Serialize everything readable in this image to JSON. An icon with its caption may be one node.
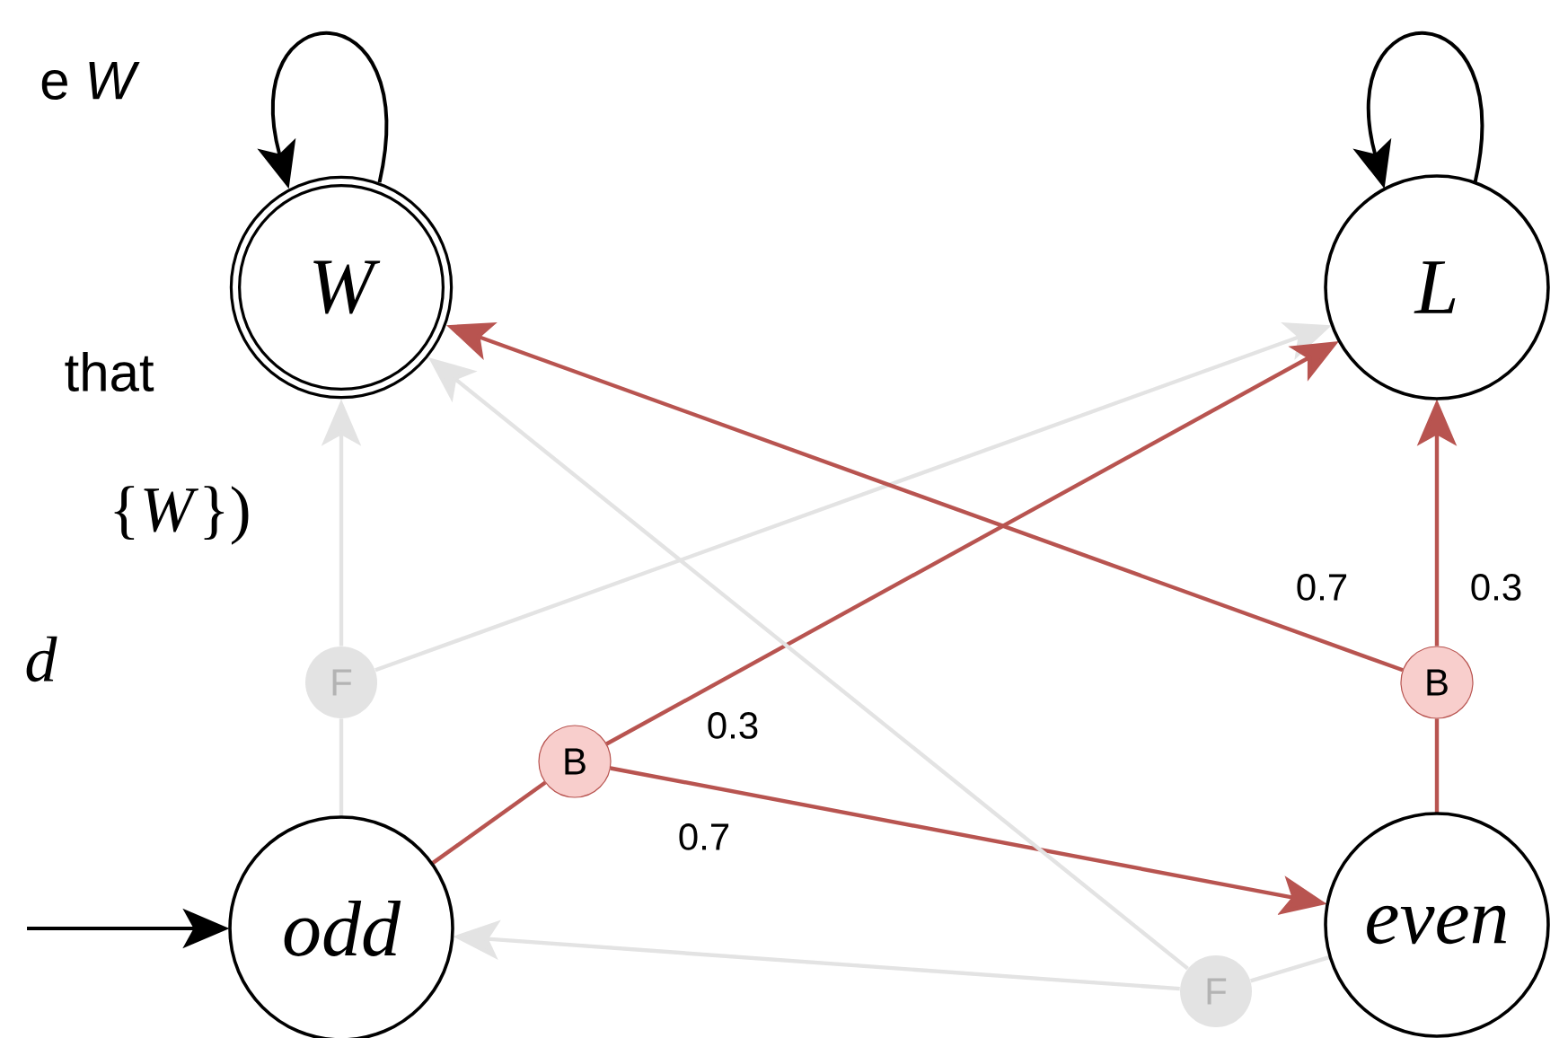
{
  "diagram": {
    "nodes": [
      {
        "text": [
          "W"
        ]
      },
      {
        "text": [
          "L"
        ]
      },
      {
        "text": [
          "F"
        ]
      },
      {
        "text": [
          "B"
        ]
      },
      {
        "text": [
          "B"
        ]
      },
      {
        "text": [
          "odd"
        ]
      },
      {
        "text": [
          "even"
        ]
      },
      {
        "text": [
          "F"
        ]
      }
    ],
    "edges": [
      {
        "from": 0,
        "to": 0,
        "arrow": "to",
        "color": "#000000"
      },
      {
        "from": 1,
        "to": 1,
        "arrow": "to",
        "color": "#000000"
      },
      {
        "from": null,
        "to": 5,
        "arrow": "to",
        "color": "#000000"
      },
      {
        "from": 5,
        "to": 2,
        "arrow": "none",
        "color": "#e3e3e3"
      },
      {
        "from": 2,
        "to": 0,
        "arrow": "to",
        "color": "#e3e3e3"
      },
      {
        "from": 2,
        "to": 1,
        "arrow": "to",
        "color": "#e3e3e3"
      },
      {
        "from": 5,
        "to": 3,
        "arrow": "none",
        "color": "#b85450"
      },
      {
        "from": 3,
        "to": 1,
        "arrow": "to",
        "label": "0.3",
        "color": "#b85450"
      },
      {
        "from": 3,
        "to": 6,
        "arrow": "to",
        "label": "0.7",
        "color": "#b85450"
      },
      {
        "from": 6,
        "to": 4,
        "arrow": "none",
        "color": "#b85450"
      },
      {
        "from": 4,
        "to": 1,
        "arrow": "to",
        "label": "0.3",
        "color": "#b85450"
      },
      {
        "from": 4,
        "to": 0,
        "arrow": "to",
        "label": "0.7",
        "color": "#b85450"
      },
      {
        "from": 6,
        "to": 7,
        "arrow": "none",
        "color": "#e3e3e3"
      },
      {
        "from": 7,
        "to": 5,
        "arrow": "to",
        "color": "#e3e3e3"
      },
      {
        "from": 7,
        "to": 0,
        "arrow": "to",
        "color": "#e3e3e3"
      }
    ],
    "labels": [
      "e *W*",
      "that",
      "{*W*})",
      "*d*"
    ]
  }
}
